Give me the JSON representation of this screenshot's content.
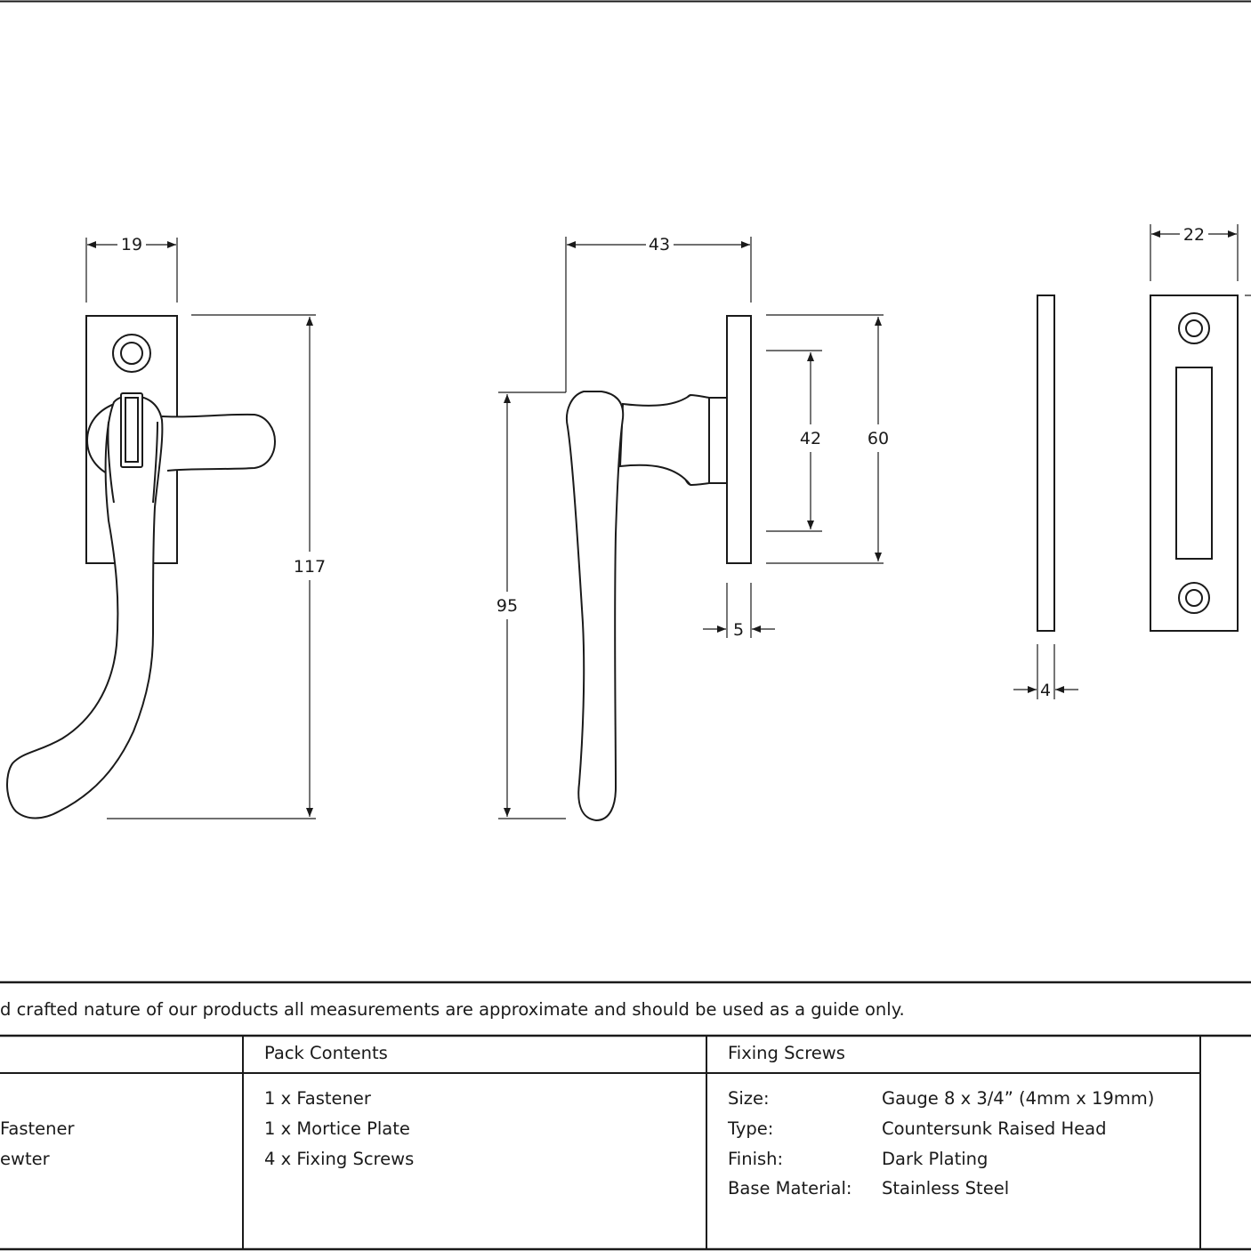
{
  "dimensions": {
    "plate_width": "19",
    "overall_length": "117",
    "projection": "43",
    "handle_length": "95",
    "rose_inner": "42",
    "plate_height": "60",
    "plate_thickness": "5",
    "mortice_thickness": "4",
    "mortice_width": "22"
  },
  "disclaimer": "d crafted nature of our products all measurements are approximate and should be used as a guide only.",
  "table": {
    "col1_rows": [
      "Fastener",
      "ewter"
    ],
    "pack": {
      "header": "Pack Contents",
      "items": [
        "1 x Fastener",
        "1 x Mortice Plate",
        "4 x Fixing Screws"
      ]
    },
    "screws": {
      "header": "Fixing Screws",
      "rows": [
        {
          "label": "Size:",
          "value": "Gauge 8 x 3/4” (4mm x 19mm)"
        },
        {
          "label": "Type:",
          "value": "Countersunk Raised Head"
        },
        {
          "label": "Finish:",
          "value": "Dark Plating"
        },
        {
          "label": "Base Material:",
          "value": "Stainless Steel"
        }
      ]
    }
  }
}
